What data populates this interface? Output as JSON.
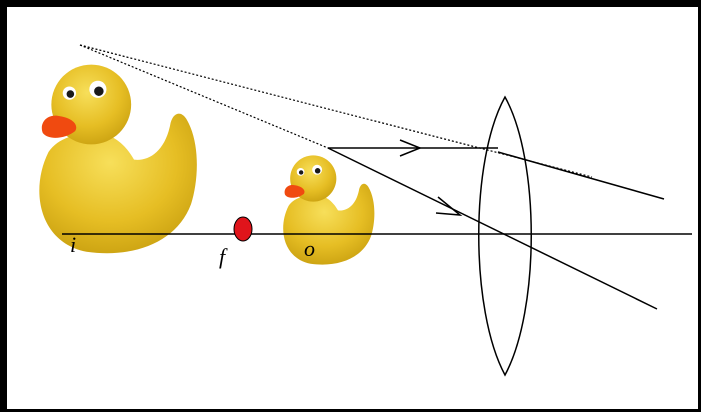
{
  "diagram": {
    "labels": {
      "image": "i",
      "focal_point": "f",
      "object": "o"
    },
    "colors": {
      "focal_point": "#e0141b",
      "duck_body": "#e8c020",
      "duck_beak": "#f04a10",
      "ray": "#000000",
      "lens": "#000000"
    }
  }
}
